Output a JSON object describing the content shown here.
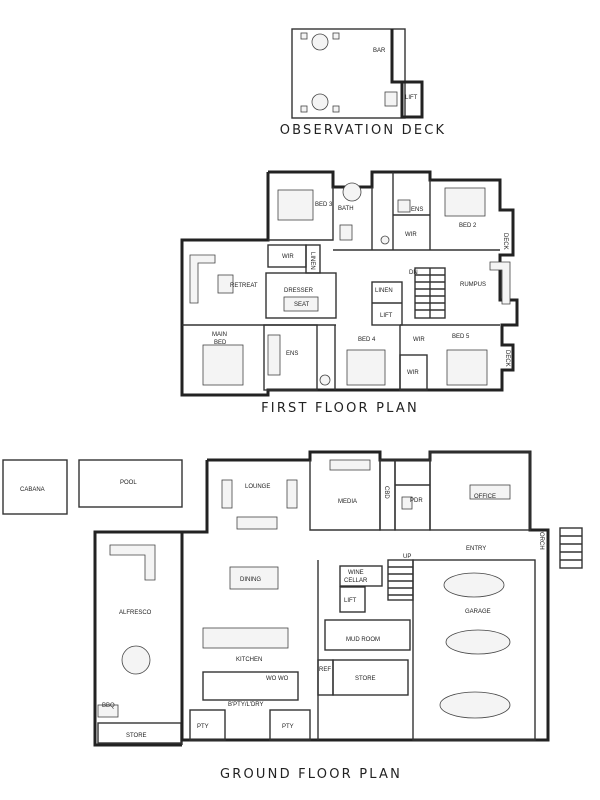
{
  "titles": {
    "observation_deck": "OBSERVATION DECK",
    "first_floor": "FIRST FLOOR PLAN",
    "ground_floor": "GROUND FLOOR PLAN"
  },
  "rooms": {
    "bar": "BAR",
    "lift_deck": "LIFT",
    "bed3": "BED 3",
    "bath": "BATH",
    "ens_upper": "ENS",
    "bed2": "BED 2",
    "wir_upper": "WIR",
    "deck_upper": "DECK",
    "wir_retreat": "WIR",
    "linen1": "LINEN",
    "dn": "DN",
    "retreat": "RETREAT",
    "dresser": "DRESSER",
    "seat": "SEAT",
    "linen2": "LINEN",
    "rumpus": "RUMPUS",
    "lift_ff": "LIFT",
    "main_bed": "MAIN\nBED",
    "ens_main": "ENS",
    "bed4": "BED 4",
    "wir_bed4": "WIR",
    "bed5": "BED 5",
    "wir_bed5": "WIR",
    "deck_lower": "DECK",
    "cabana": "CABANA",
    "pool": "POOL",
    "lounge": "LOUNGE",
    "media": "MEDIA",
    "cbd": "CBD",
    "pdr": "PDR",
    "office": "OFFICE",
    "entry": "ENTRY",
    "porch": "PORCH",
    "alfresco": "ALFRESCO",
    "dining": "DINING",
    "up": "UP",
    "wine_cellar": "WINE\nCELLAR",
    "lift_gf": "LIFT",
    "garage": "GARAGE",
    "mud_room": "MUD ROOM",
    "kitchen": "KITCHEN",
    "ref": "REF",
    "store_gf": "STORE",
    "wo_wo": "WO WO",
    "bbq": "BBQ",
    "bptylory": "B'PTY/L'DRY",
    "pty_left": "PTY",
    "pty_right": "PTY",
    "store_alfresco": "STORE"
  }
}
